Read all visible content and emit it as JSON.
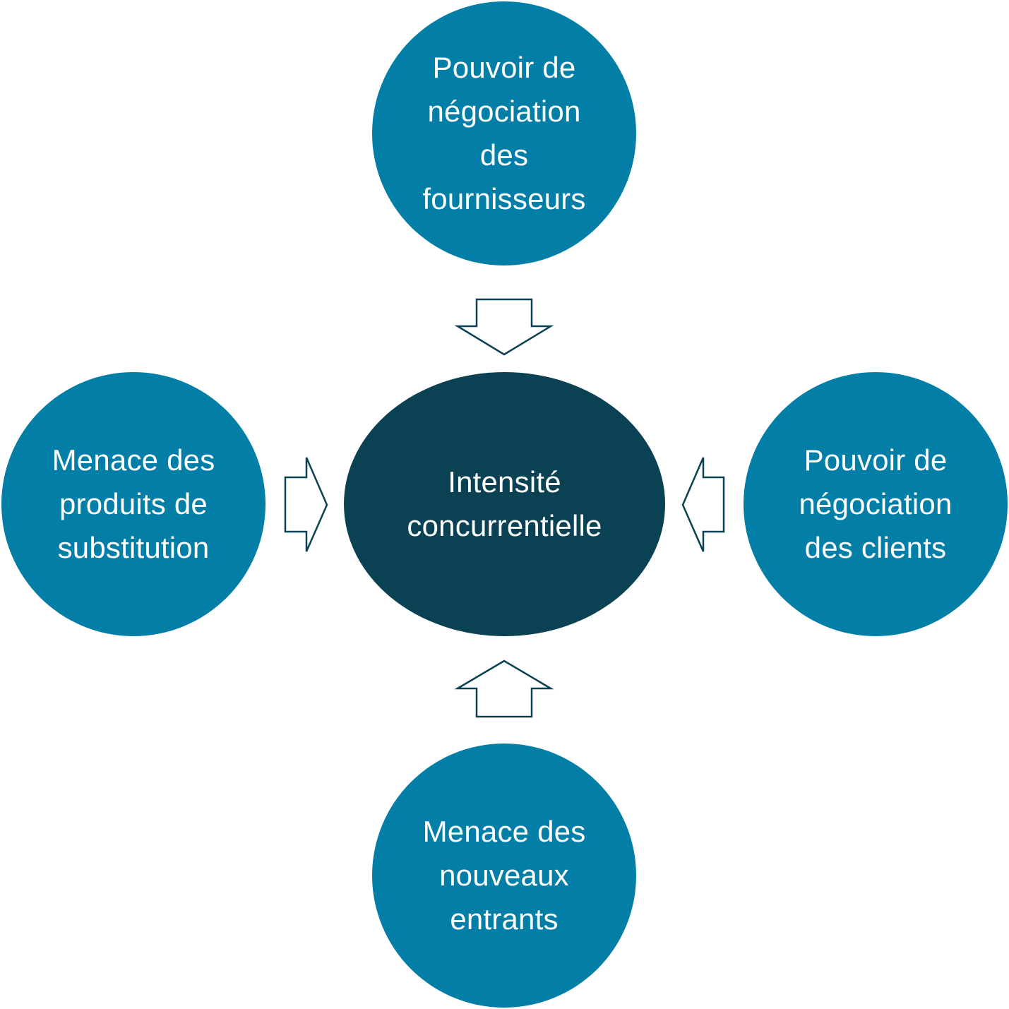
{
  "colors": {
    "outer_circle": "#027ea7",
    "center_ellipse": "#0a4153",
    "arrow_stroke": "#0a4153",
    "text": "#ffffff"
  },
  "nodes": {
    "top": {
      "lines": [
        "Pouvoir de",
        "négociation",
        "des",
        "fournisseurs"
      ]
    },
    "left": {
      "lines": [
        "Menace des",
        "produits de",
        "substitution"
      ]
    },
    "right": {
      "lines": [
        "Pouvoir de",
        "négociation",
        "des clients"
      ]
    },
    "bottom": {
      "lines": [
        "Menace des",
        "nouveaux",
        "entrants"
      ]
    },
    "center": {
      "lines": [
        "Intensité",
        "concurrentielle"
      ]
    }
  },
  "arrows": [
    {
      "from": "top",
      "to": "center",
      "direction": "down"
    },
    {
      "from": "left",
      "to": "center",
      "direction": "right"
    },
    {
      "from": "right",
      "to": "center",
      "direction": "left"
    },
    {
      "from": "bottom",
      "to": "center",
      "direction": "up"
    }
  ]
}
